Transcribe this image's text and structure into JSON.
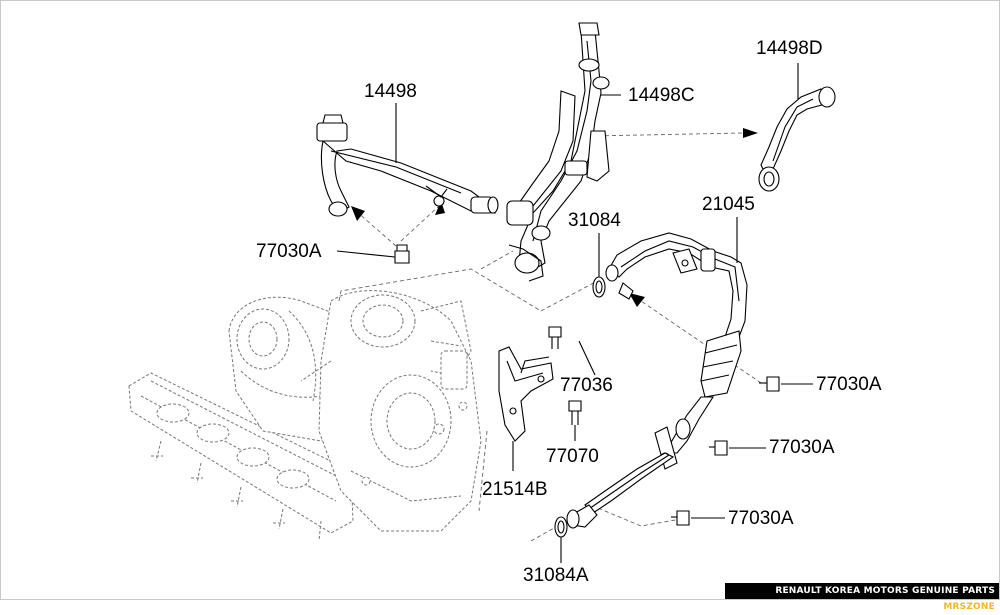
{
  "part_numbers": {
    "p14498": "14498",
    "p14498C": "14498C",
    "p14498D": "14498D",
    "p21045": "21045",
    "p31084": "31084",
    "p77030A_left": "77030A",
    "p77036": "77036",
    "p77070": "77070",
    "p21514B": "21514B",
    "p77030A_right1": "77030A",
    "p77030A_right2": "77030A",
    "p77030A_right3": "77030A",
    "p31084A": "31084A"
  },
  "banner": {
    "text": "RENAULT KOREA MOTORS GENUINE PARTS ",
    "brand": "MRSZONE",
    "text_color": "#ffffff",
    "brand_color": "#f2b52c",
    "background": "#000000"
  }
}
